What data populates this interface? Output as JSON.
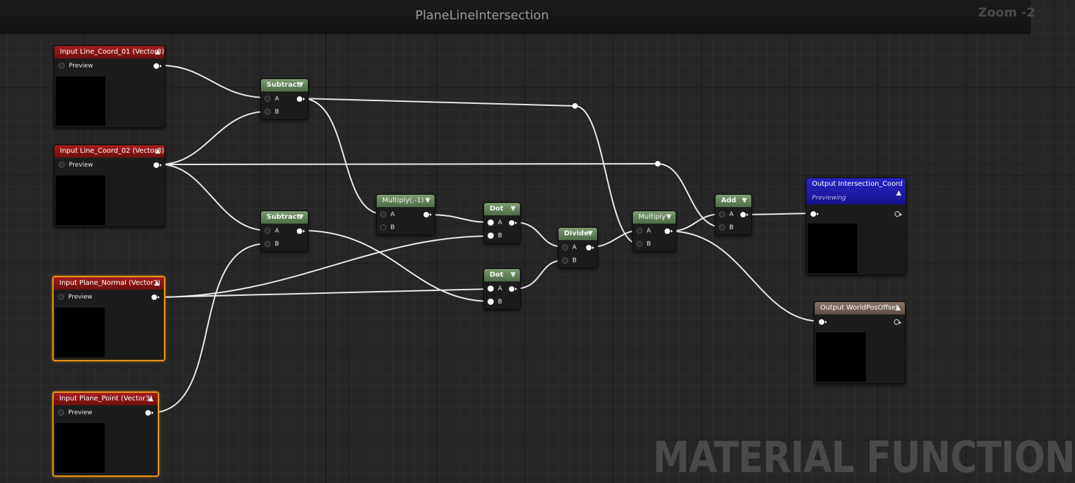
{
  "window": {
    "title": "PlaneLineIntersection",
    "zoom": "Zoom -2",
    "watermark": "MATERIAL FUNCTION"
  },
  "colors": {
    "input_header": "#8a1616",
    "math_header": "#5f7f57",
    "output_header": "#6f5e55",
    "selected_output_header": "#1f1aa8",
    "selection_outline": "#e8951b",
    "wire": "#ececec"
  },
  "icons": {
    "collapse": "triangle-up-icon",
    "node_menu": "triangle-down-icon"
  },
  "nodes": {
    "input_line1": {
      "title": "Input Line_Coord_01 (Vector3)",
      "preview_label": "Preview"
    },
    "input_line2": {
      "title": "Input Line_Coord_02 (Vector3)",
      "preview_label": "Preview"
    },
    "input_plane_normal": {
      "title": "Input Plane_Normal (Vector3)",
      "preview_label": "Preview"
    },
    "input_plane_point": {
      "title": "Input Plane_Point (Vector3)",
      "preview_label": "Preview"
    },
    "subtract1": {
      "title": "Subtract",
      "pin_a": "A",
      "pin_b": "B"
    },
    "subtract2": {
      "title": "Subtract",
      "pin_a": "A",
      "pin_b": "B"
    },
    "multiply_neg": {
      "title": "Multiply(,-1)",
      "pin_a": "A",
      "pin_b": "B"
    },
    "dot1": {
      "title": "Dot",
      "pin_a": "A",
      "pin_b": "B"
    },
    "dot2": {
      "title": "Dot",
      "pin_a": "A",
      "pin_b": "B"
    },
    "divide": {
      "title": "Divide",
      "pin_a": "A",
      "pin_b": "B"
    },
    "multiply": {
      "title": "Multiply",
      "pin_a": "A",
      "pin_b": "B"
    },
    "add": {
      "title": "Add",
      "pin_a": "A",
      "pin_b": "B"
    },
    "output_intersection": {
      "title": "Output Intersection_Coord",
      "status": "Previewing"
    },
    "output_worldpos": {
      "title": "Output WorldPosOffset"
    }
  }
}
